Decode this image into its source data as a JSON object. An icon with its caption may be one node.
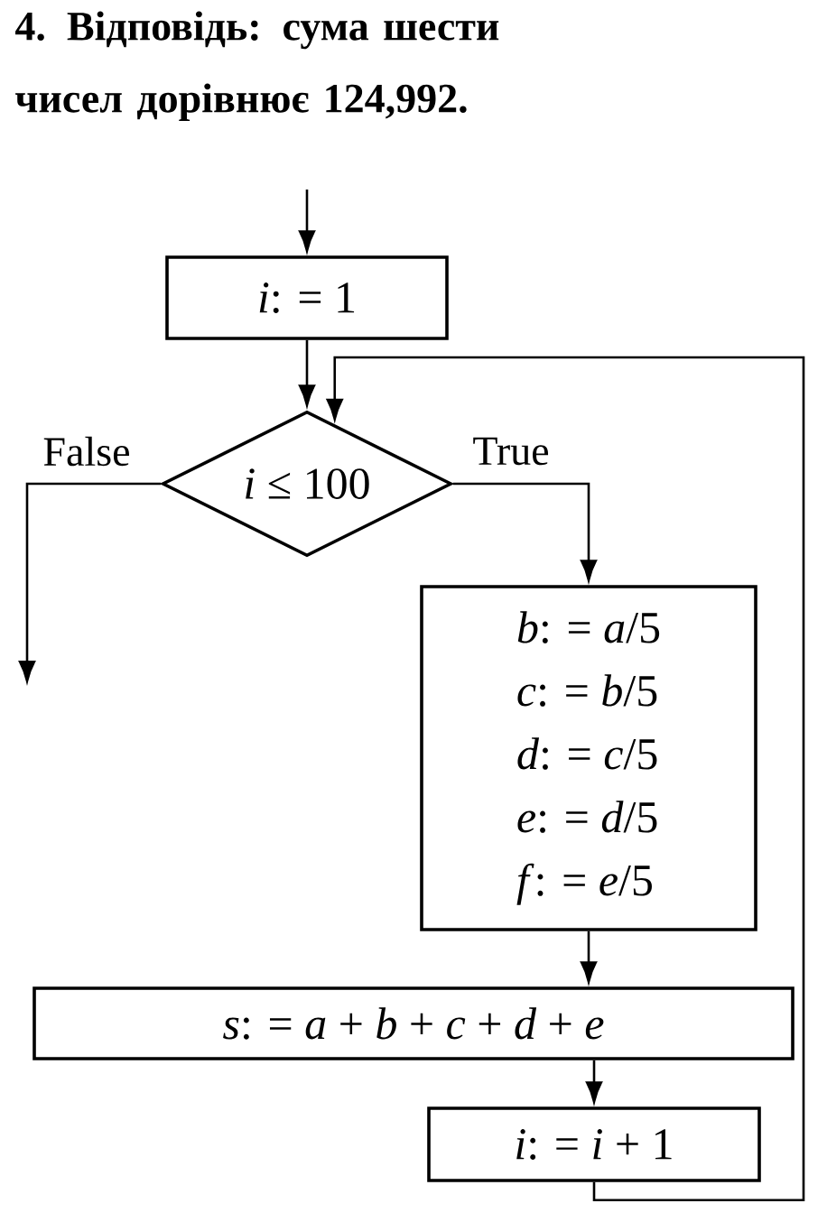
{
  "diagram": {
    "title": "4. Відповідь: сума шести чисел дорівнює 124,992.",
    "nodes": [
      {
        "text": [
          "*i*: = 1"
        ]
      },
      {
        "text": [
          "*i* ≤ 100"
        ]
      },
      {
        "text": [
          "*b*: = *a*/5",
          "*c*: = *b*/5",
          "*d*: = *c*/5",
          "*e*: = *d*/5",
          "*f*: = *e*/5"
        ]
      },
      {
        "text": [
          "*s*: = *a* + *b* + *c* + *d* + *e*"
        ]
      },
      {
        "text": [
          "*i*: = *i* + 1"
        ]
      }
    ],
    "edges": [
      {
        "from": null,
        "to": 0,
        "arrow": "to"
      },
      {
        "from": 0,
        "to": 1,
        "arrow": "to"
      },
      {
        "from": 1,
        "to": 2,
        "arrow": "to",
        "label": "True"
      },
      {
        "from": 1,
        "to": null,
        "arrow": "to",
        "label": "False"
      },
      {
        "from": 2,
        "to": 3,
        "arrow": "to"
      },
      {
        "from": 3,
        "to": 4,
        "arrow": "to"
      },
      {
        "from": 4,
        "to": 1,
        "arrow": "to"
      }
    ]
  }
}
